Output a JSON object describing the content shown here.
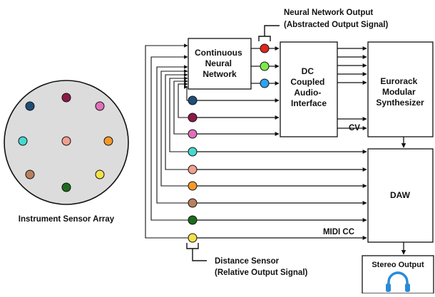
{
  "labels": {
    "nn_output_line1": "Neural Network Output",
    "nn_output_line2": "(Abstracted Output Signal)",
    "continuous_nn": [
      "Continuous",
      "Neural",
      "Network"
    ],
    "dc_interface": [
      "DC",
      "Coupled",
      "Audio-",
      "Interface"
    ],
    "eurorack": [
      "Eurorack",
      "Modular",
      "Synthesizer"
    ],
    "daw": "DAW",
    "cv": "CV",
    "midi_cc": "MIDI CC",
    "stereo_output": "Stereo Output",
    "sensor_array": "Instrument Sensor Array",
    "distance_line1": "Distance Sensor",
    "distance_line2": "(Relative Output Signal)"
  },
  "colors": {
    "stroke": "#111111",
    "array_fill": "#dcdcdc",
    "headphone": "#2a8ad8"
  },
  "icons": {
    "headphones": "headphones-icon"
  },
  "array_sensors": [
    {
      "name": "navy",
      "color": "#1f4e79"
    },
    {
      "name": "maroon",
      "color": "#8b1a4a"
    },
    {
      "name": "pink",
      "color": "#e070b8"
    },
    {
      "name": "cyan",
      "color": "#48d8cf"
    },
    {
      "name": "salmon",
      "color": "#f0a090"
    },
    {
      "name": "orange",
      "color": "#f39a2a"
    },
    {
      "name": "brown",
      "color": "#b8805e"
    },
    {
      "name": "green",
      "color": "#1d6b1d"
    },
    {
      "name": "yellow",
      "color": "#f2e14a"
    }
  ],
  "nn_outputs": [
    {
      "name": "red",
      "color": "#e0261e"
    },
    {
      "name": "lime",
      "color": "#7ee84a"
    },
    {
      "name": "blue",
      "color": "#2ea3f0"
    }
  ],
  "sensor_chain": [
    {
      "name": "navy",
      "color": "#1f4e79"
    },
    {
      "name": "maroon",
      "color": "#8b1a4a"
    },
    {
      "name": "pink",
      "color": "#e070b8"
    },
    {
      "name": "cyan",
      "color": "#48d8cf"
    },
    {
      "name": "salmon",
      "color": "#f0a090"
    },
    {
      "name": "orange",
      "color": "#f39a2a"
    },
    {
      "name": "brown",
      "color": "#b8805e"
    },
    {
      "name": "green",
      "color": "#1d6b1d"
    },
    {
      "name": "yellow",
      "color": "#f2e14a"
    }
  ]
}
